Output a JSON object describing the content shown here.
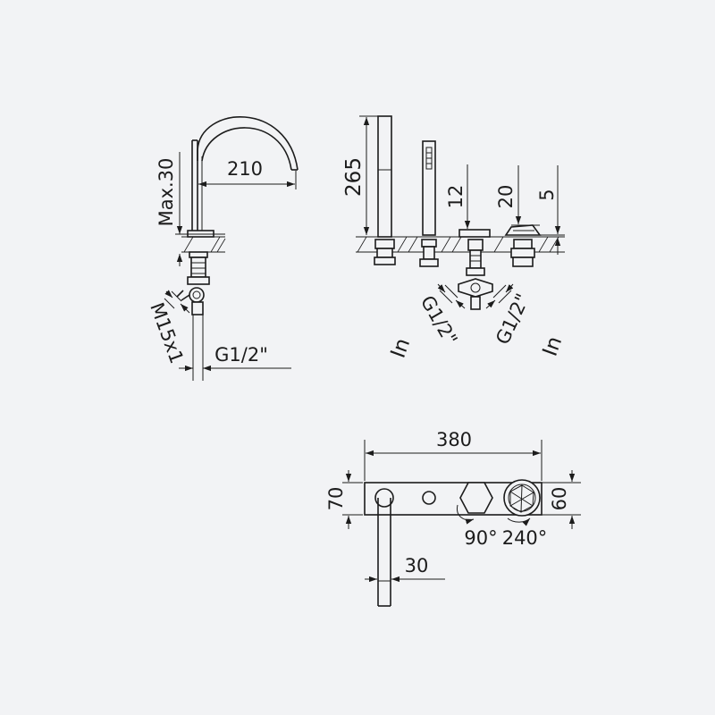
{
  "colors": {
    "background": "#f2f3f5",
    "line": "#1c1c1c"
  },
  "dims": {
    "spout_projection": "210",
    "max_deck": "Max.30",
    "conn_m15": "M15x1",
    "conn_g12_left": "G1/2\"",
    "handshower_height": "265",
    "handle_12": "12",
    "handle_20": "20",
    "deck_5": "5",
    "inlet_left_thread": "G1/2\"",
    "inlet_left_label": "In",
    "inlet_right_thread": "G1/2\"",
    "inlet_right_label": "In",
    "plate_length": "380",
    "plate_depth_70": "70",
    "plate_depth_60": "60",
    "spout_offset_30": "30",
    "rotation_90": "90°",
    "rotation_240": "240°"
  }
}
